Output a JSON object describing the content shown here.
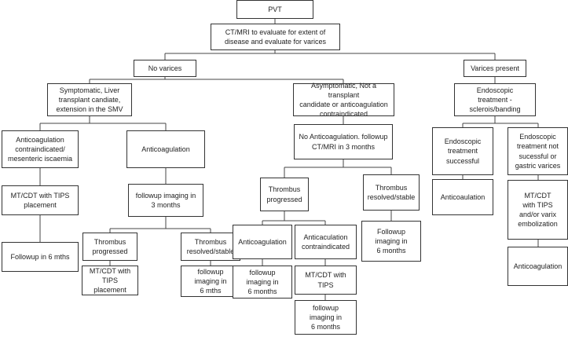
{
  "nodes": {
    "pvt": "PVT",
    "ct_mri": "CT/MRI to evaluate for extent of\ndisease and evaluate for varices",
    "no_varices": "No varices",
    "varices_present": "Varices present",
    "symptomatic": "Symptomatic, Liver\ntransplant candiate,\nextension in the SMV",
    "asymptomatic": "Asymptomatic, Not a transplant\ncandidate or anticoagulation\ncontraindicated",
    "endoscopic_treatment": "Endoscopic\ntreatment - sclerois/banding",
    "ac_contraindicated_left": "Anticoagulation\ncontraindicated/\nmesenteric iscaemia",
    "anticoagulation_left": "Anticoagulation",
    "no_ac_followup": "No Anticoagulation. followup\nCT/MRI in 3 months",
    "endo_successful": "Endoscopic\ntreatment\nsuccessful",
    "endo_not_successful": "Endoscopic\ntreatment not\nsucessful or\ngastric varices",
    "mt_cdt_tips_left": "MT/CDT with TIPS\nplacement",
    "followup_3m": "followup imaging in\n3 months",
    "thrombus_progressed_mid": "Thrombus\nprogressed",
    "thrombus_resolved_right": "Thrombus\nresolved/stable",
    "anticoaulation_endo": "Anticoaulation",
    "mt_cdt_tips_varix": "MT/CDT\nwith TIPS\nand/or varix\nembolization",
    "followup_6mths_left": "Followup in 6 mths",
    "thrombus_progressed_left": "Thrombus\nprogressed",
    "thrombus_resolved_left": "Thrombus\nresolved/stable",
    "anticoagulation_mid": "Anticoagulation",
    "anticaculation_contra": "Anticaculation\ncontraindicated",
    "followup_6months_right": "Followup\nimaging in\n6 months",
    "anticoagulation_right": "Anticoagulation",
    "mt_cdt_tips_bottom_left": "MT/CDT with\nTIPS placement",
    "followup_6mths_mid": "followup\nimaging in\n6 mths",
    "followup_6months_mid": "followup\nimaging in\n6 months",
    "mt_cdt_tips_mid": "MT/CDT with\nTIPS",
    "followup_6months_bottom": "followup\nimaging in\n6 months"
  }
}
